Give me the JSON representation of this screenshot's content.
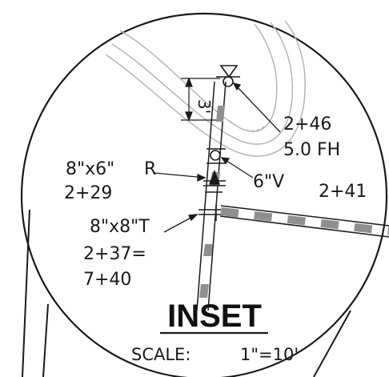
{
  "inset": {
    "title": "INSET",
    "scale_label": "SCALE:",
    "scale_value": "1\"=10'"
  },
  "labels": {
    "dimension": "3'",
    "station_top": "2+46",
    "fh": "5.0 FH",
    "reducer_size": "8\"x6\"",
    "reducer_letter": "R",
    "reducer_station": "2+29",
    "valve": "6\"V",
    "station_branch": "2+41",
    "tee": "8\"x8\"T",
    "tee_station_a": "2+37=",
    "tee_station_b": "7+40"
  },
  "colors": {
    "ink": "#1a1a1a",
    "road_lines": "#b5b5b5",
    "pipe_fill": "#8f8f8f"
  }
}
